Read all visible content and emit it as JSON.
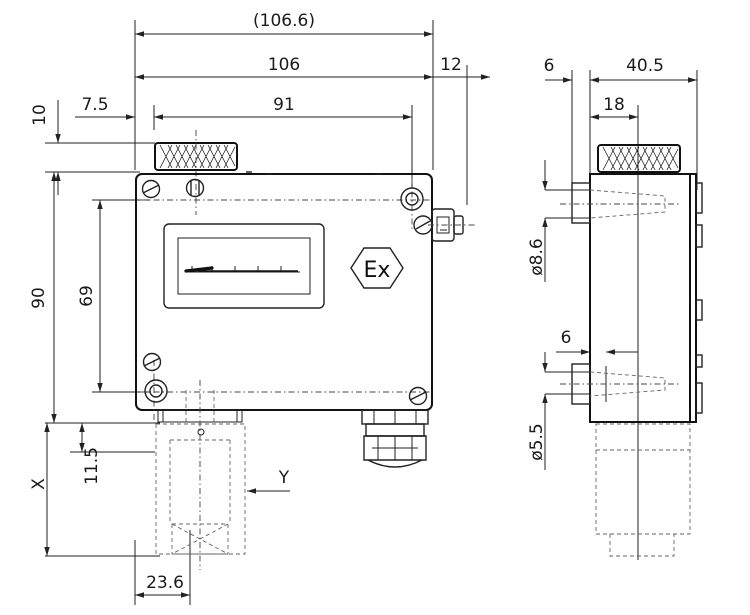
{
  "diagram": {
    "front_view": {
      "dimensions": {
        "overall_width": "(106.6)",
        "housing_width": "106",
        "connector_protrusion": "12",
        "mounting_hole_spacing_h": "91",
        "knob_height": "10",
        "hole_offset": "7.5",
        "housing_height": "90",
        "mounting_hole_spacing_v": "69",
        "port_height": "11.5",
        "lower_height": "X",
        "bottom_width": "23.6"
      },
      "labels": {
        "view_arrow": "Y",
        "ex_mark": "Ex"
      }
    },
    "side_view": {
      "dimensions": {
        "offset_top": "6",
        "depth": "40.5",
        "port_position": "18",
        "upper_port_diameter": "ø8.6",
        "lower_port_offset": "6",
        "lower_port_diameter": "ø5.5"
      }
    }
  }
}
